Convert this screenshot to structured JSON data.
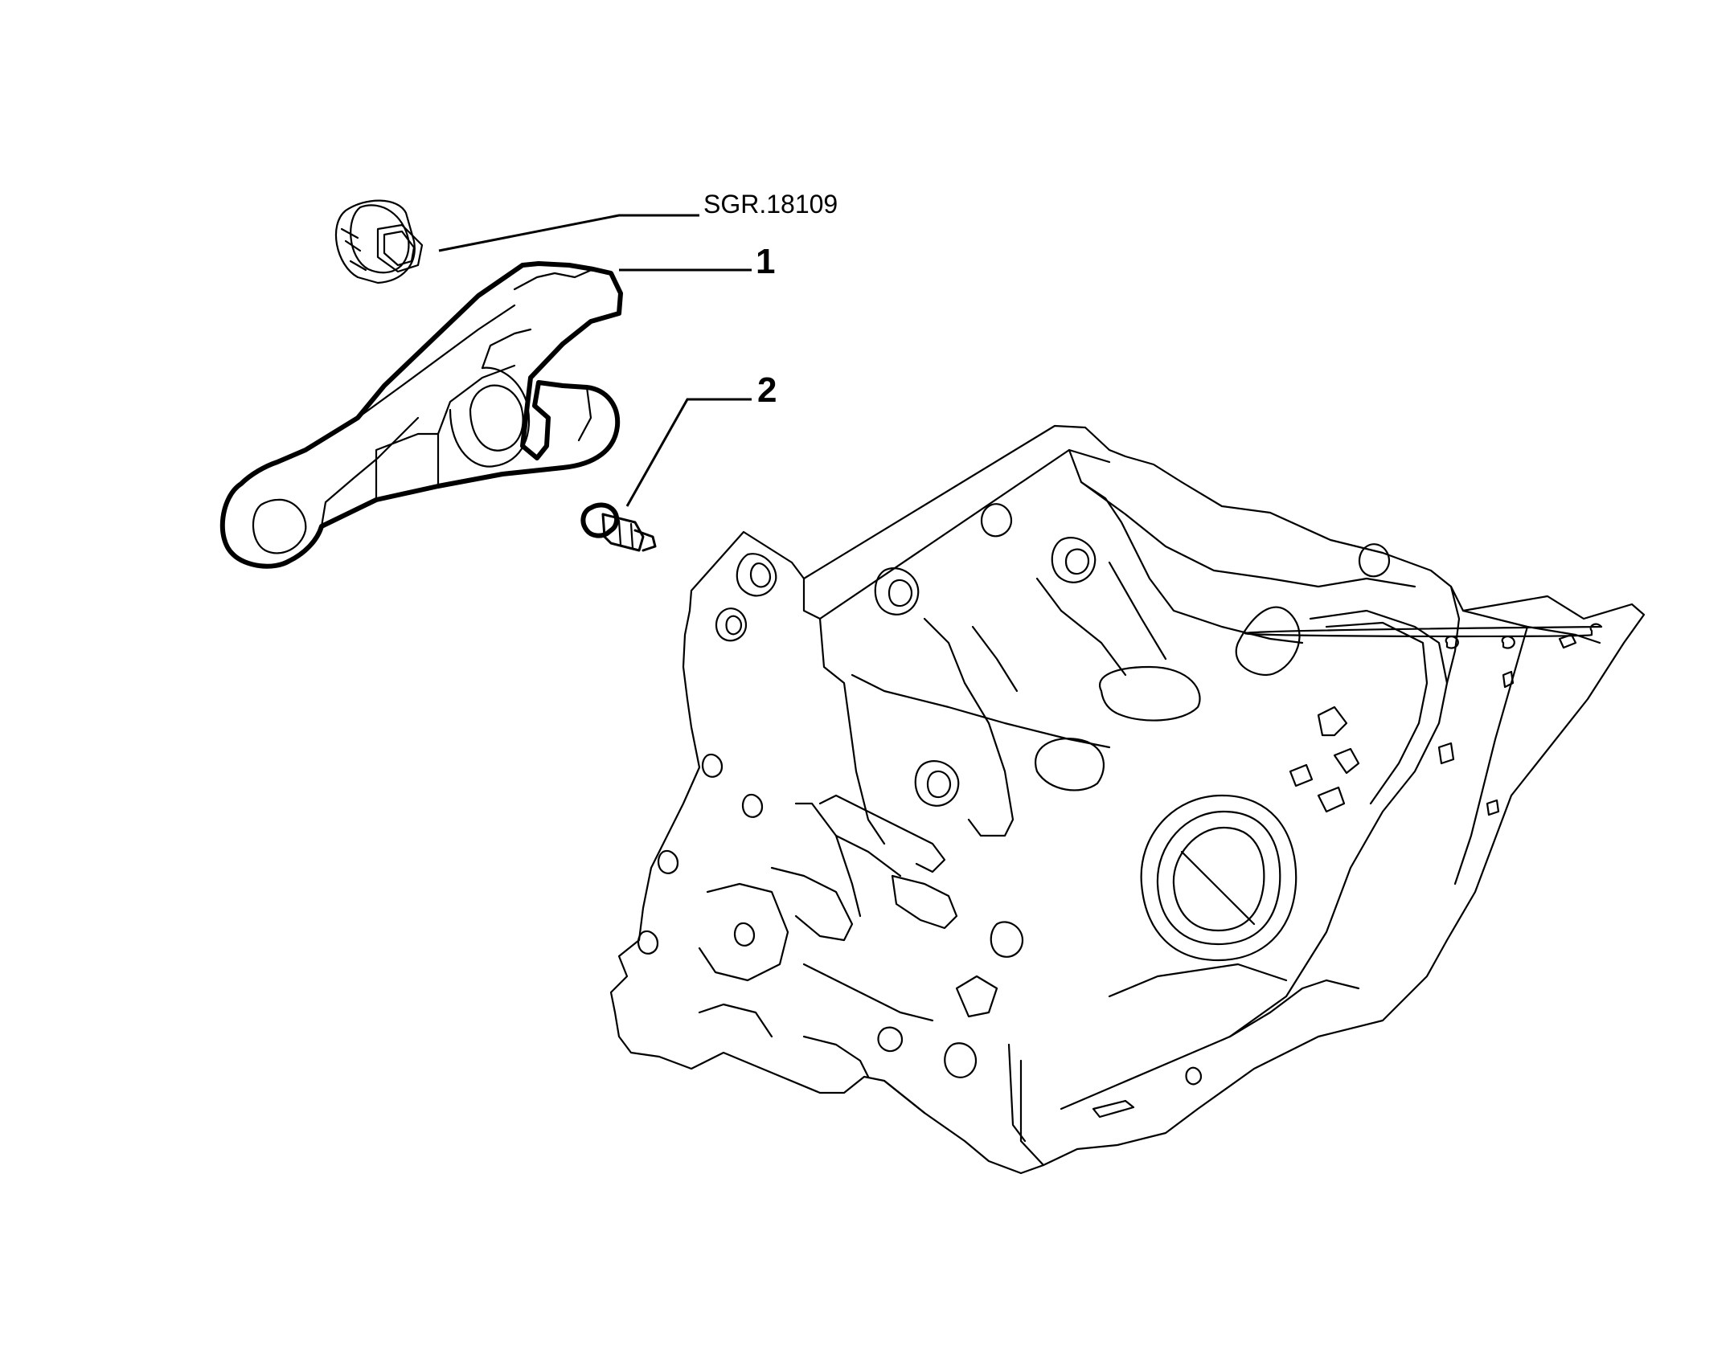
{
  "callouts": {
    "reference": {
      "label": "SGR.18109"
    },
    "part_1": {
      "label": "1"
    },
    "part_2": {
      "label": "2"
    }
  }
}
